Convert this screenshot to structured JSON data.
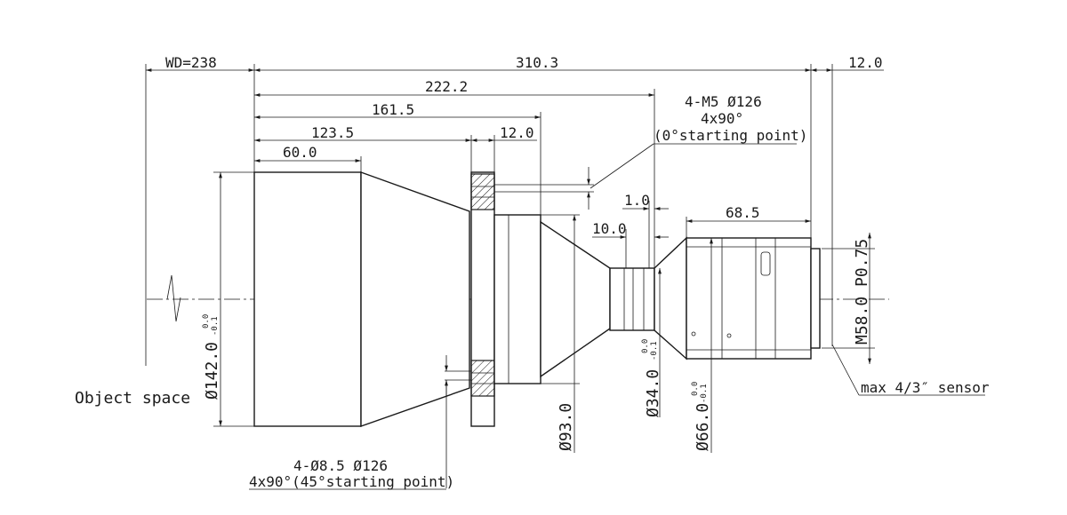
{
  "dims": {
    "wd": "WD=238",
    "total": "310.3",
    "flange_back": "12.0",
    "l222": "222.2",
    "l161": "161.5",
    "l123": "123.5",
    "l60": "60.0",
    "flange_th": "12.0",
    "d1": "1.0",
    "d10": "10.0",
    "l68": "68.5"
  },
  "diameters": {
    "front": "Ø142.0",
    "d93": "Ø93.0",
    "d34": "Ø34.0",
    "d66": "Ø66.0",
    "tol_upper": "0.0",
    "tol_lower": "-0.1"
  },
  "notes": {
    "m5_line1": "4-M5 Ø126",
    "m5_line2": "4x90°",
    "m5_line3": "(0°starting point)",
    "hole_line1": "4-Ø8.5 Ø126",
    "hole_line2": "4x90°(45°starting point)",
    "object_space": "Object space",
    "sensor": "max 4/3″ sensor",
    "thread": "M58.0 P0.75"
  }
}
